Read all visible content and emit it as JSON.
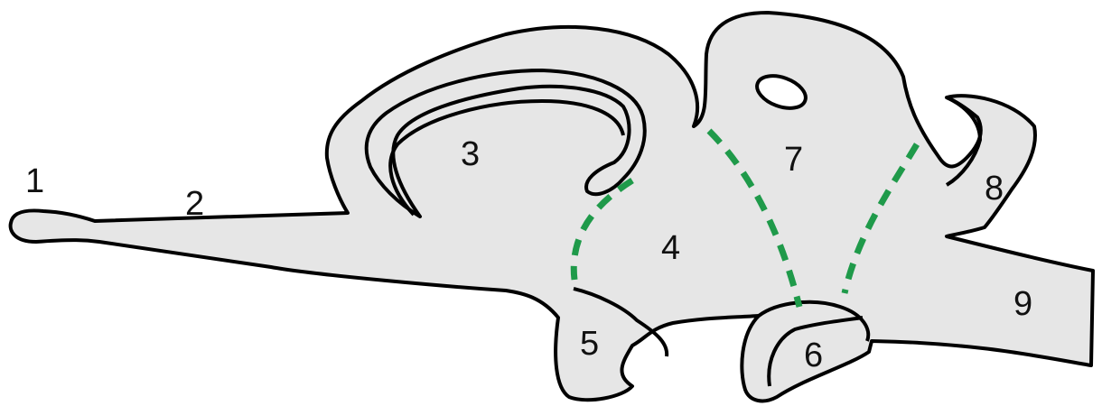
{
  "colors": {
    "fill": "#e6e6e6",
    "outline": "#000000",
    "divider": "#1f9a4a",
    "background": "#ffffff"
  },
  "labels": [
    {
      "id": "1",
      "text": "1"
    },
    {
      "id": "2",
      "text": "2"
    },
    {
      "id": "3",
      "text": "3"
    },
    {
      "id": "4",
      "text": "4"
    },
    {
      "id": "5",
      "text": "5"
    },
    {
      "id": "6",
      "text": "6"
    },
    {
      "id": "7",
      "text": "7"
    },
    {
      "id": "8",
      "text": "8"
    },
    {
      "id": "9",
      "text": "9"
    }
  ]
}
